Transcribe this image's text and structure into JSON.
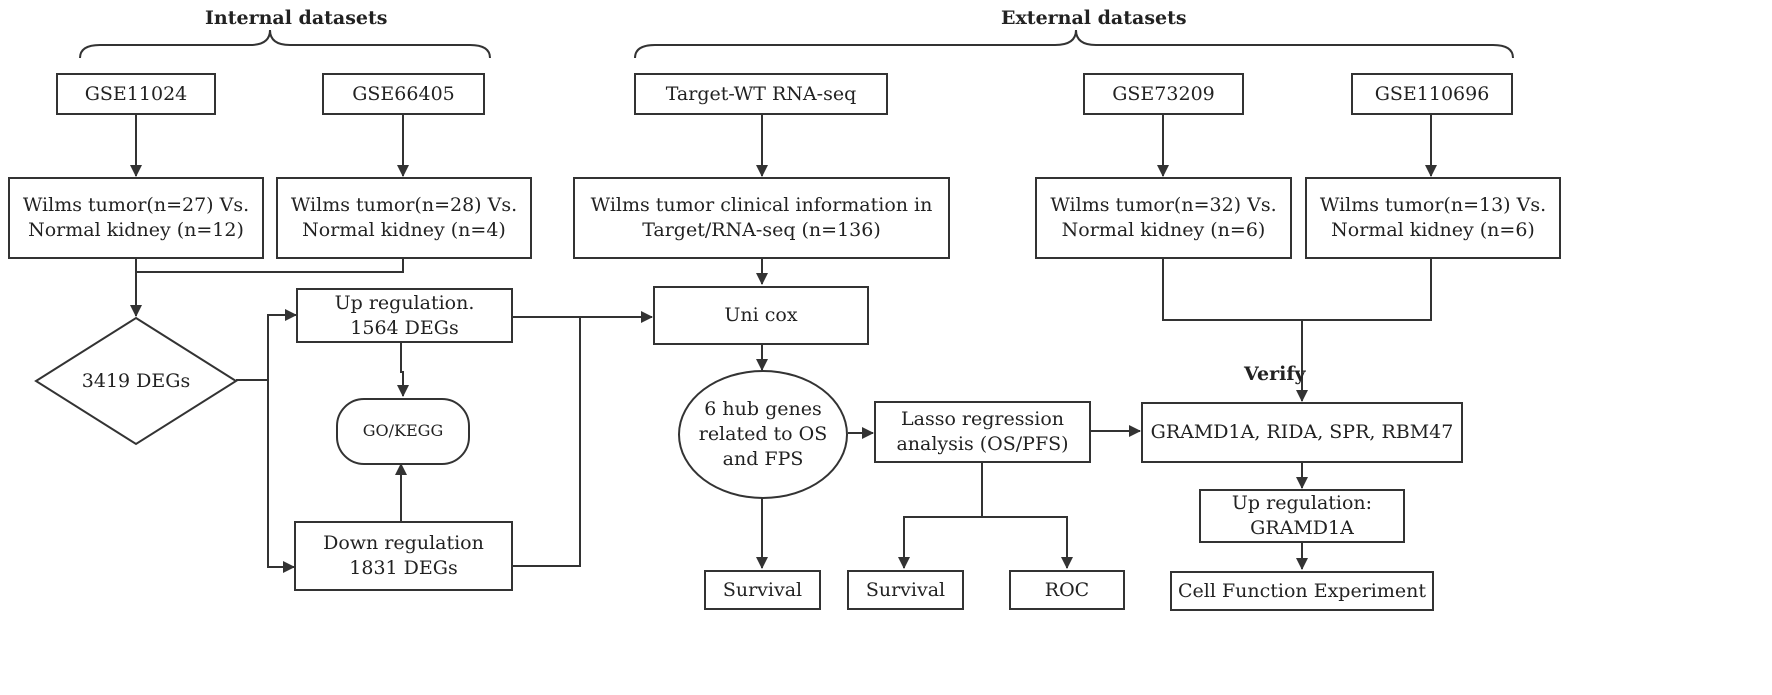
{
  "headings": {
    "internal": "Internal datasets",
    "external": "External datasets",
    "verify": "Verify"
  },
  "nodes": {
    "gse11024": "GSE11024",
    "gse66405": "GSE66405",
    "target_wt": "Target-WT RNA-seq",
    "gse73209": "GSE73209",
    "gse110696": "GSE110696",
    "wilms27": [
      "Wilms tumor(n=27) Vs.",
      "Normal kidney (n=12)"
    ],
    "wilms28": [
      "Wilms tumor(n=28) Vs.",
      "Normal kidney (n=4)"
    ],
    "clinical": [
      "Wilms tumor clinical information in",
      "Target/RNA-seq (n=136)"
    ],
    "wilms32": [
      "Wilms tumor(n=32) Vs.",
      "Normal kidney (n=6)"
    ],
    "wilms13": [
      "Wilms tumor(n=13) Vs.",
      "Normal kidney (n=6)"
    ],
    "degs_total": "3419 DEGs",
    "up_regulation": [
      "Up regulation.",
      "1564 DEGs"
    ],
    "go_kegg": "GO/KEGG",
    "down_regulation": [
      "Down regulation",
      "1831 DEGs"
    ],
    "uni_cox": "Uni cox",
    "hub_genes": [
      "6 hub genes",
      "related to OS",
      "and FPS"
    ],
    "lasso": [
      "Lasso regression",
      "analysis (OS/PFS)"
    ],
    "gene_list": "GRAMD1A, RIDA, SPR, RBM47",
    "up_gramd1a": [
      "Up regulation:",
      "GRAMD1A"
    ],
    "survival_1": "Survival",
    "survival_2": "Survival",
    "roc": "ROC",
    "cell_function": "Cell Function Experiment"
  }
}
